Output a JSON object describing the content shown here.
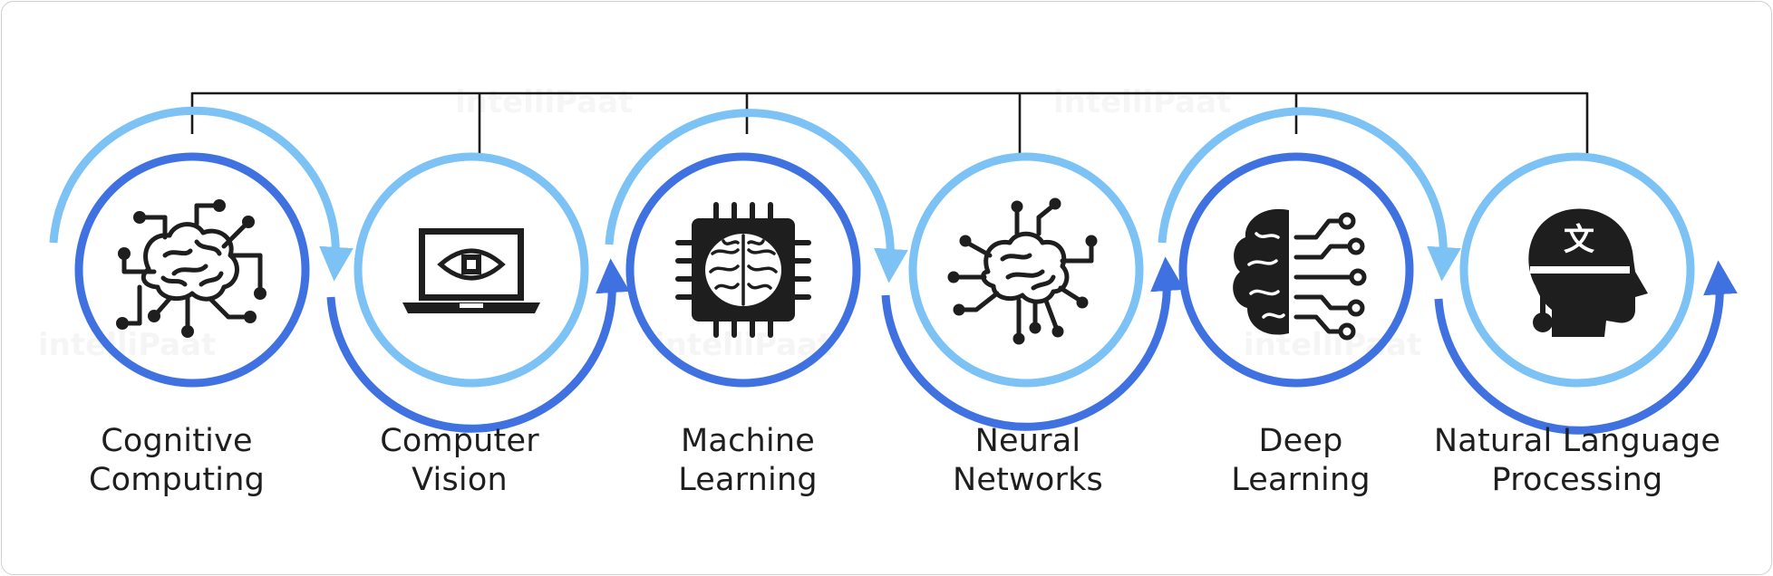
{
  "watermark_text": "intelliPaat",
  "colors": {
    "dark_blue": "#3f72e0",
    "light_blue": "#7cc2f5",
    "connector": "#1a1a1a",
    "icon": "#1e1e1e",
    "label_text": "#1e1e1e"
  },
  "items": [
    {
      "id": "cognitive-computing",
      "line1": "Cognitive",
      "line2": "Computing",
      "icon": "brain-circuit-icon"
    },
    {
      "id": "computer-vision",
      "line1": "Computer",
      "line2": "Vision",
      "icon": "laptop-eye-icon"
    },
    {
      "id": "machine-learning",
      "line1": "Machine",
      "line2": "Learning",
      "icon": "brain-chip-icon"
    },
    {
      "id": "neural-networks",
      "line1": "Neural",
      "line2": "Networks",
      "icon": "brain-network-icon"
    },
    {
      "id": "deep-learning",
      "line1": "Deep",
      "line2": "Learning",
      "icon": "half-brain-circuit-icon"
    },
    {
      "id": "natural-language-processing",
      "line1": "Natural Language",
      "line2": "Processing",
      "icon": "head-translate-icon"
    }
  ],
  "nlp_glyph": "文"
}
